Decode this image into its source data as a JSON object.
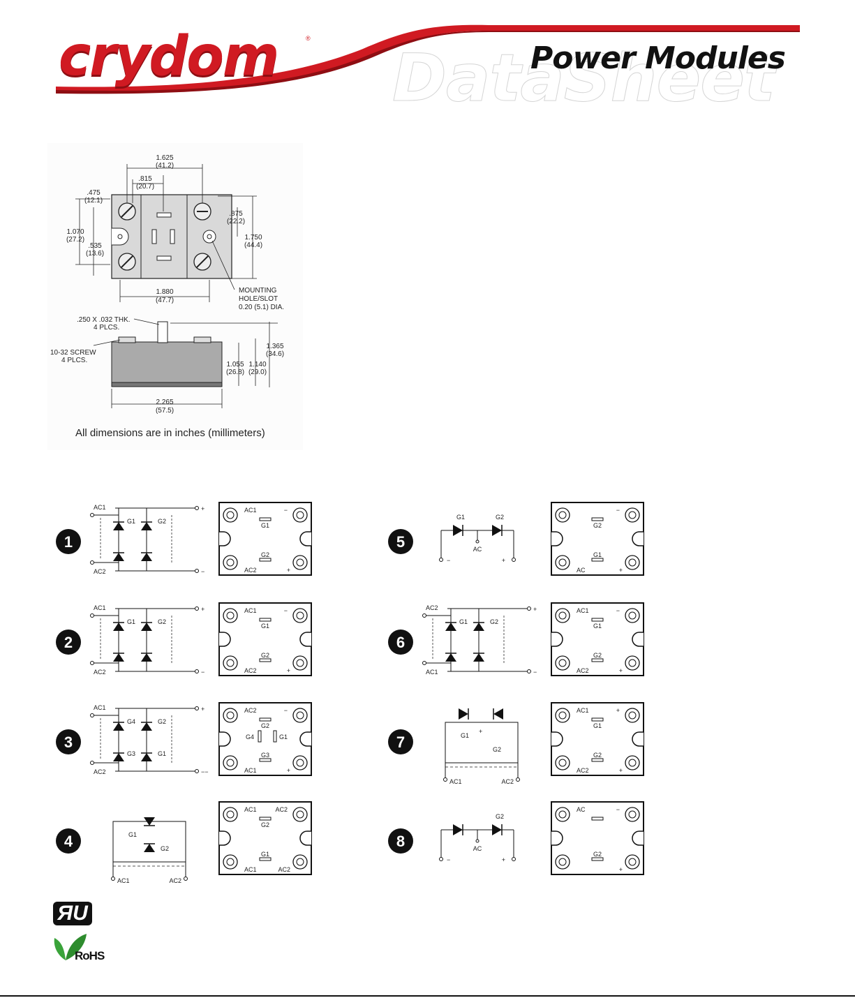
{
  "header": {
    "brand": "crydom",
    "registered": "®",
    "watermark": "DataSheet",
    "product_line": "Power Modules",
    "swoosh_color": "#d01a22"
  },
  "mechanical": {
    "top_view": {
      "overall_width": "1.625",
      "overall_width_mm": "(41.2)",
      "center_offset": ".815",
      "center_offset_mm": "(20.7)",
      "left_top_hole": ".475",
      "left_top_hole_mm": "(12.1)",
      "left_span": "1.070",
      "left_span_mm": "(27.2)",
      "left_center": ".535",
      "left_center_mm": "(13.6)",
      "right_upper": ".875",
      "right_upper_mm": "(22.2)",
      "overall_height": "1.750",
      "overall_height_mm": "(44.4)",
      "hole_spacing": "1.880",
      "hole_spacing_mm": "(47.7)",
      "mounting_label_1": "MOUNTING",
      "mounting_label_2": "HOLE/SLOT",
      "mounting_label_3": "0.20 (5.1) DIA."
    },
    "side_view": {
      "tab_label_1": ".250 X .032 THK.",
      "tab_label_2": "4 PLCS.",
      "screw_label_1": "10-32 SCREW",
      "screw_label_2": "4 PLCS.",
      "body_height": "1.055",
      "body_height_mm": "(26.8)",
      "terminal_height": "1.140",
      "terminal_height_mm": "(29.0)",
      "total_height": "1.365",
      "total_height_mm": "(34.6)",
      "length": "2.265",
      "length_mm": "(57.5)"
    },
    "note": "All dimensions are in inches (millimeters)"
  },
  "circuits": [
    {
      "n": "1",
      "lbl": {
        "tl": "AC1",
        "tr": "−",
        "g_top": "G1",
        "g_bot": "G2",
        "bl": "AC2",
        "br": "+"
      },
      "schematic": {
        "a": "AC1",
        "b": "AC2",
        "p": "+",
        "m": "−",
        "g1": "G1",
        "g2": "G2"
      }
    },
    {
      "n": "2",
      "lbl": {
        "tl": "AC1",
        "tr": "−",
        "g_top": "G1",
        "g_bot": "G2",
        "bl": "AC2",
        "br": "+"
      },
      "schematic": {
        "a": "AC1",
        "b": "AC2",
        "p": "+",
        "m": "−",
        "g1": "G1",
        "g2": "G2"
      }
    },
    {
      "n": "3",
      "lbl": {
        "tl": "AC2",
        "tr": "−",
        "g_top": "G2",
        "g_bot": "G3",
        "bl": "AC1",
        "br": "+",
        "g_l": "G4",
        "g_r": "G1"
      },
      "schematic": {
        "a": "AC1",
        "b": "AC2",
        "p": "+",
        "m": "−−",
        "g1": "G4",
        "g2": "G2",
        "g3": "G3",
        "g4": "G1"
      }
    },
    {
      "n": "4",
      "lbl": {
        "tl": "AC1",
        "tr": "AC2",
        "g_top": "G2",
        "g_bot": "G1",
        "bl": "AC1",
        "br": "AC2"
      },
      "schematic": {
        "a": "AC1",
        "b": "AC2",
        "g1": "G1",
        "g2": "G2"
      }
    },
    {
      "n": "5",
      "lbl": {
        "tl": "",
        "tr": "−",
        "g_top": "G2",
        "g_bot": "G1",
        "bl": "AC",
        "br": "+"
      },
      "schematic": {
        "g1": "G1",
        "g2": "G2",
        "ac": "AC",
        "m": "−",
        "p": "+"
      }
    },
    {
      "n": "6",
      "lbl": {
        "tl": "AC1",
        "tr": "−",
        "g_top": "G1",
        "g_bot": "G2",
        "bl": "AC2",
        "br": "+"
      },
      "schematic": {
        "a": "AC2",
        "b": "AC1",
        "p": "+",
        "m": "−",
        "g1": "G1",
        "g2": "G2"
      }
    },
    {
      "n": "7",
      "lbl": {
        "tl": "AC1",
        "tr": "+",
        "g_top": "G1",
        "g_bot": "G2",
        "bl": "AC2",
        "br": "+"
      },
      "schematic": {
        "g1": "G1",
        "g2": "G2",
        "p": "+",
        "a": "AC1",
        "b": "AC2"
      }
    },
    {
      "n": "8",
      "lbl": {
        "tl": "AC",
        "tr": "−",
        "g_top": "",
        "g_bot": "G2",
        "bl": "",
        "br": "+"
      },
      "schematic": {
        "g2": "G2",
        "ac": "AC",
        "m": "−",
        "p": "+"
      }
    }
  ],
  "certifications": {
    "ul": "ЯU",
    "ul_reg": "®",
    "rohs": "RoHS",
    "leaf_color": "#3aa33a"
  }
}
